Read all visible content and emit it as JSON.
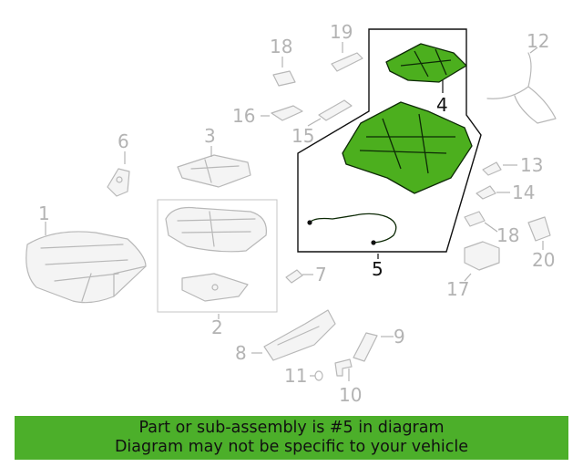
{
  "callouts": {
    "c1": "1",
    "c2": "2",
    "c3": "3",
    "c4": "4",
    "c5": "5",
    "c6": "6",
    "c7": "7",
    "c8": "8",
    "c9": "9",
    "c10": "10",
    "c11": "11",
    "c12": "12",
    "c13": "13",
    "c14": "14",
    "c15": "15",
    "c16": "16",
    "c17": "17",
    "c18a": "18",
    "c18b": "18",
    "c19": "19",
    "c20": "20"
  },
  "highlighted_part": "5",
  "colors": {
    "highlight": "#4caf1e",
    "banner": "#4caf2a",
    "ghost": "#b8b8b8"
  },
  "banner": {
    "line1": "Part or sub-assembly is #5 in diagram",
    "line2": "Diagram may not be specific to your vehicle"
  }
}
